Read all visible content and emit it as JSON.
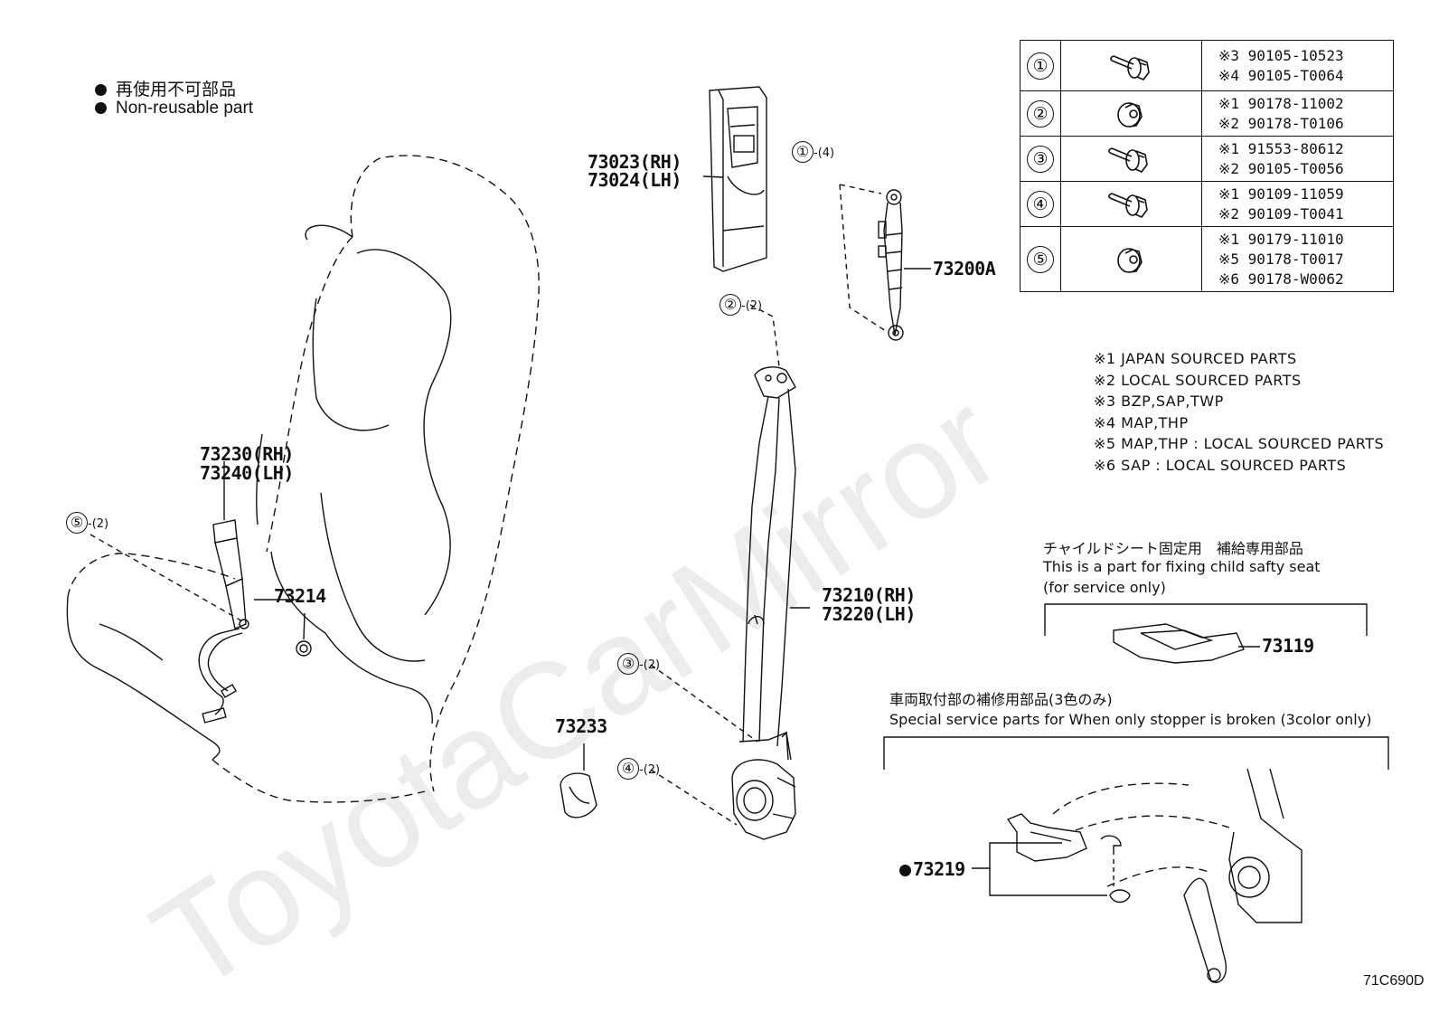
{
  "legend": {
    "jp": "再使用不可部品",
    "en": "Non-reusable part"
  },
  "watermark": "ToyotaCarMirror",
  "figure_id": "71C690D",
  "fastener_table": [
    {
      "ref": "①",
      "icon": "flange-bolt-icon",
      "lines": [
        "※3 90105-10523",
        "※4 90105-T0064"
      ]
    },
    {
      "ref": "②",
      "icon": "flange-nut-icon",
      "lines": [
        "※1 90178-11002",
        "※2 90178-T0106"
      ]
    },
    {
      "ref": "③",
      "icon": "flange-bolt-icon",
      "lines": [
        "※1 91553-80612",
        "※2 90105-T0056"
      ]
    },
    {
      "ref": "④",
      "icon": "flange-bolt-icon",
      "lines": [
        "※1 90109-11059",
        "※2 90109-T0041"
      ]
    },
    {
      "ref": "⑤",
      "icon": "flange-nut-icon",
      "lines": [
        "※1 90179-11010",
        "※5 90178-T0017",
        "※6 90178-W0062"
      ]
    }
  ],
  "notes": [
    "※1 JAPAN SOURCED PARTS",
    "※2 LOCAL SOURCED PARTS",
    "※3 BZP,SAP,TWP",
    "※4 MAP,THP",
    "※5 MAP,THP : LOCAL SOURCED PARTS",
    "※6 SAP : LOCAL SOURCED PARTS"
  ],
  "parts": {
    "p73023": "73023(RH)",
    "p73024": "73024(LH)",
    "p73200a": "73200A",
    "p73230": "73230(RH)",
    "p73240": "73240(LH)",
    "p73214": "73214",
    "p73210": "73210(RH)",
    "p73220": "73220(LH)",
    "p73233": "73233",
    "p73119": "73119",
    "p73219": "73219"
  },
  "callouts": {
    "c1": {
      "num": "①",
      "qty": "-(4)"
    },
    "c2": {
      "num": "②",
      "qty": "-(2)"
    },
    "c3": {
      "num": "③",
      "qty": "-(2)"
    },
    "c4": {
      "num": "④",
      "qty": "-(2)"
    },
    "c5": {
      "num": "⑤",
      "qty": "-(2)"
    }
  },
  "child_seat": {
    "jp": "チャイルドシート固定用　補給専用部品",
    "en1": "This is a part for fixing child safty seat",
    "en2": "(for service only)"
  },
  "stopper": {
    "jp": "車両取付部の補修用部品(3色のみ)",
    "en": "Special service parts for When only stopper is broken (3color only)"
  }
}
